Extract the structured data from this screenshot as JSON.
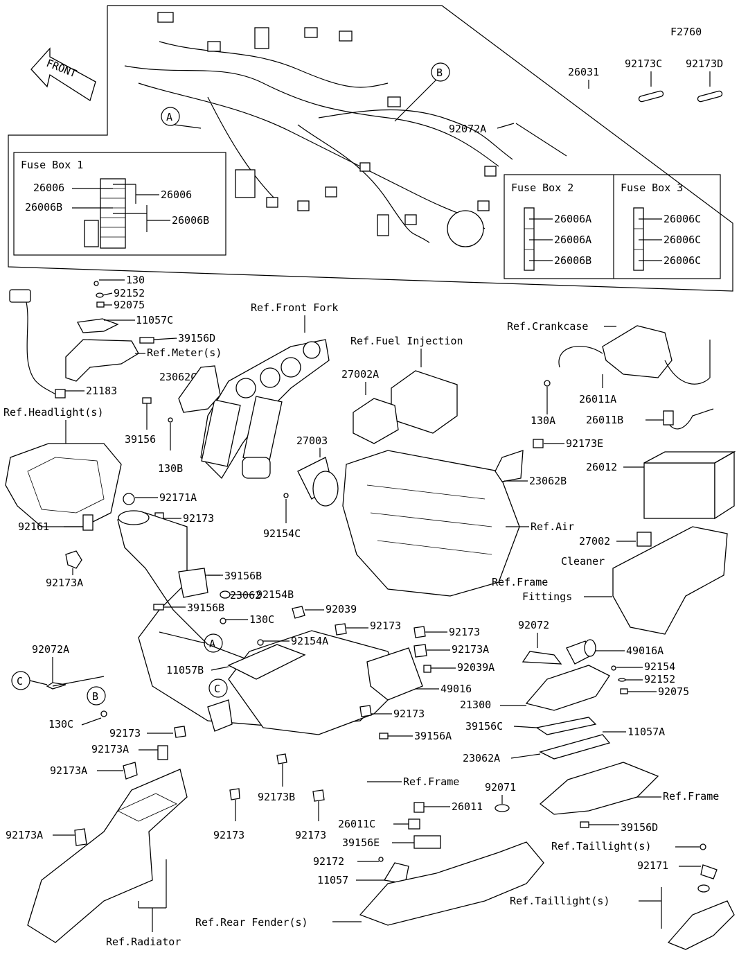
{
  "figure_id": "F2760",
  "front_label": "FRONT",
  "fuse_box_1": {
    "title": "Fuse Box 1",
    "labels": [
      "26006",
      "26006B",
      "26006",
      "26006B"
    ]
  },
  "fuse_box_2": {
    "title": "Fuse Box 2",
    "labels": [
      "26006A",
      "26006A",
      "26006B"
    ]
  },
  "fuse_box_3": {
    "title": "Fuse Box 3",
    "labels": [
      "26006C",
      "26006C",
      "26006C"
    ]
  },
  "callouts": [
    "A",
    "B",
    "A",
    "B",
    "C",
    "C"
  ],
  "parts": [
    "26031",
    "92173C",
    "92173D",
    "92072A",
    "130",
    "92152",
    "92075",
    "11057C",
    "39156D",
    "Ref.Meter(s)",
    "21183",
    "Ref.Front Fork",
    "23062C",
    "39156",
    "130B",
    "27003",
    "92154C",
    "Ref.Headlight(s)",
    "92171A",
    "92173",
    "Ref.Fuel Injection",
    "27002A",
    "Ref.Crankcase",
    "26011A",
    "130A",
    "26011B",
    "92173E",
    "26012",
    "23062B",
    "27002",
    "Ref.Air",
    "Cleaner",
    "Ref.Frame",
    "Fittings",
    "92161",
    "92173A",
    "39156B",
    "23062",
    "92154B",
    "39156B",
    "130C",
    "92039",
    "92173",
    "92173",
    "92154A",
    "92173A",
    "11057B",
    "92039A",
    "49016",
    "92072A",
    "130C",
    "92173",
    "92173",
    "39156A",
    "92173A",
    "92173A",
    "92173B",
    "Ref.Frame",
    "92173",
    "92173",
    "92173A",
    "Ref.Radiator",
    "92072",
    "49016A",
    "92154",
    "92152",
    "92075",
    "21300",
    "39156C",
    "11057A",
    "23062A",
    "Ref.Frame",
    "39156D",
    "92071",
    "26011",
    "26011C",
    "39156E",
    "92172",
    "11057",
    "Ref.Rear Fender(s)",
    "Ref.Taillight(s)",
    "92171",
    "Ref.Taillight(s)"
  ]
}
